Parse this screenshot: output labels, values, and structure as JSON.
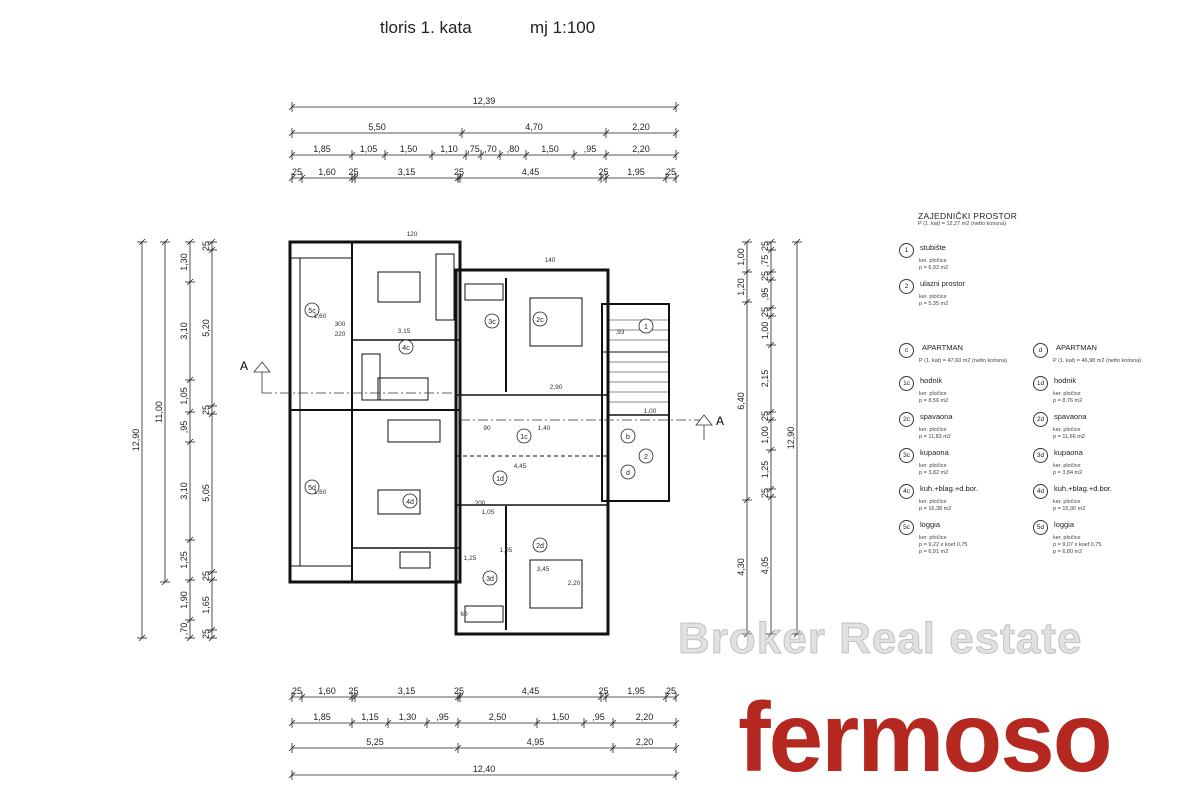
{
  "header": {
    "plan_title": "tloris  1. kata",
    "scale": "mj  1:100"
  },
  "dims_top": {
    "overall": "12,39",
    "row2": [
      "5,50",
      "4,70",
      "2,20"
    ],
    "row3": [
      "1,85",
      "1,05",
      "1,50",
      "1,10",
      ",75",
      ",70",
      ",80",
      "1,50",
      ",95",
      "2,20"
    ],
    "row4": [
      "25",
      "1,60",
      "25",
      "3,15",
      "25",
      "4,45",
      "25",
      "1,95",
      "25"
    ]
  },
  "dims_bottom": {
    "row1": [
      "25",
      "1,60",
      "25",
      "3,15",
      "25",
      "4,45",
      "25",
      "1,95",
      "25"
    ],
    "row2": [
      "1,85",
      "1,15",
      "1,30",
      ",95",
      "2,50",
      "1,50",
      ",95",
      "2,20"
    ],
    "row3": [
      "5,25",
      "4,95",
      "2,20"
    ],
    "overall": "12,40"
  },
  "dims_left": {
    "overall": "12,90",
    "col2": "11,00",
    "col3": [
      "1,30",
      "3,10",
      "1,05",
      ",95",
      "3,10",
      "1,25",
      "1,90",
      ",70"
    ],
    "col4": [
      "25",
      "5,20",
      "25",
      "5,05",
      "25",
      "1,65",
      "25"
    ]
  },
  "dims_right": {
    "overall": "12,90",
    "col2": [
      "1,00",
      "1,20",
      "6,40",
      "4,30"
    ],
    "col3": [
      "25",
      ",75",
      "25",
      ",95",
      "25",
      "1,00",
      "2,15",
      "25",
      "1,00",
      "1,25",
      "25",
      "4,05"
    ]
  },
  "plan_labels": {
    "section_mark": "A",
    "rooms": [
      "1",
      "2",
      "1c",
      "1d",
      "2c",
      "2d",
      "3c",
      "3d",
      "4c",
      "4d",
      "5c",
      "5d",
      "b",
      "d"
    ],
    "notes": [
      "300",
      "220",
      "3,15",
      "1,60",
      "4,45",
      "1,40",
      "120",
      "90",
      "200",
      "60",
      "140",
      "1,60",
      "1,05",
      "3,45",
      "2,90",
      ",93",
      "1,05",
      "1,25",
      "2,20",
      "1,00"
    ]
  },
  "legend": {
    "common_title": "ZAJEDNIČKI  PROSTOR",
    "common_area": "P (1. kat) = 12,27 m2  (netto korisna)",
    "common_items": [
      {
        "num": "1",
        "name": "stubište",
        "finish": "ker. pločice",
        "area": "p = 6,92 m2"
      },
      {
        "num": "2",
        "name": "ulazni prostor",
        "finish": "ker. pločice",
        "area": "p = 5,35 m2"
      }
    ],
    "apt_c_title": "APARTMAN",
    "apt_c_area": "P (1. kat) = 47,60 m2  (netto korisna)",
    "apt_d_title": "APARTMAN",
    "apt_d_area": "P (1. kat) = 46,98 m2  (netto korisna)",
    "apt_c_items": [
      {
        "num": "1c",
        "name": "hodnik",
        "finish": "ker. pločice",
        "area": "p = 8,56 m2"
      },
      {
        "num": "2c",
        "name": "spavaona",
        "finish": "ker. pločice",
        "area": "p = 11,83 m2"
      },
      {
        "num": "3c",
        "name": "kupaona",
        "finish": "ker. pločice",
        "area": "p = 3,82 m2"
      },
      {
        "num": "4c",
        "name": "kuh.+blag.+d.bor.",
        "finish": "ker. pločice",
        "area": "p = 16,38 m2"
      },
      {
        "num": "5c",
        "name": "loggia",
        "finish": "ker. pločice",
        "area": "p = 9,22 x koef.0,75",
        "area2": "p = 6,91 m2"
      }
    ],
    "apt_d_items": [
      {
        "num": "1d",
        "name": "hodnik",
        "finish": "ker. pločice",
        "area": "p = 8,76 m2"
      },
      {
        "num": "2d",
        "name": "spavaona",
        "finish": "ker. pločice",
        "area": "p = 11,66 m2"
      },
      {
        "num": "3d",
        "name": "kupaona",
        "finish": "ker. pločice",
        "area": "p = 3,84 m2"
      },
      {
        "num": "4d",
        "name": "kuh.+blag.+d.bor.",
        "finish": "ker. pločice",
        "area": "p = 15,90 m2"
      },
      {
        "num": "5d",
        "name": "loggia",
        "finish": "ker. pločice",
        "area": "p = 9,07 x koef.0,75",
        "area2": "p = 6,80 m2"
      }
    ]
  },
  "watermark": "Broker Real estate",
  "brand": {
    "name": "fermoso",
    "color": "#b5281f"
  }
}
